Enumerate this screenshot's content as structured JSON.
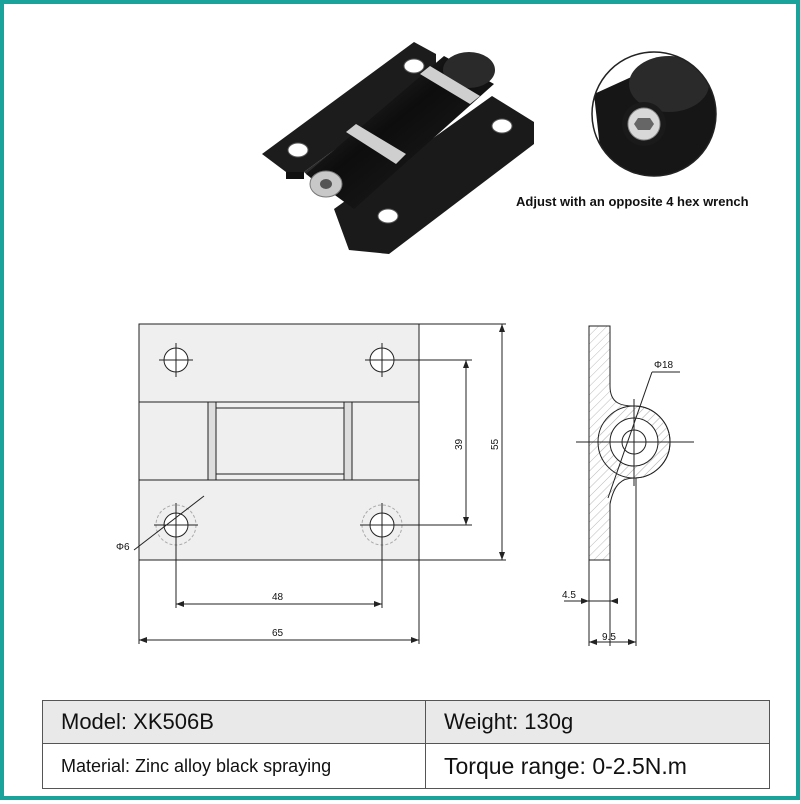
{
  "photo": {
    "caption": "Adjust with an opposite 4 hex wrench"
  },
  "drawing": {
    "dims": {
      "hole_dia": "Φ6",
      "barrel_dia": "Φ18",
      "width_holes": "48",
      "width_total": "65",
      "height_holes": "39",
      "height_total": "55",
      "plate_thick": "4.5",
      "depth_total": "9.5"
    }
  },
  "specs": {
    "model": "Model: XK506B",
    "weight": "Weight: 130g",
    "material": "Material: Zinc alloy black spraying",
    "torque": "Torque range: 0-2.5N.m"
  }
}
